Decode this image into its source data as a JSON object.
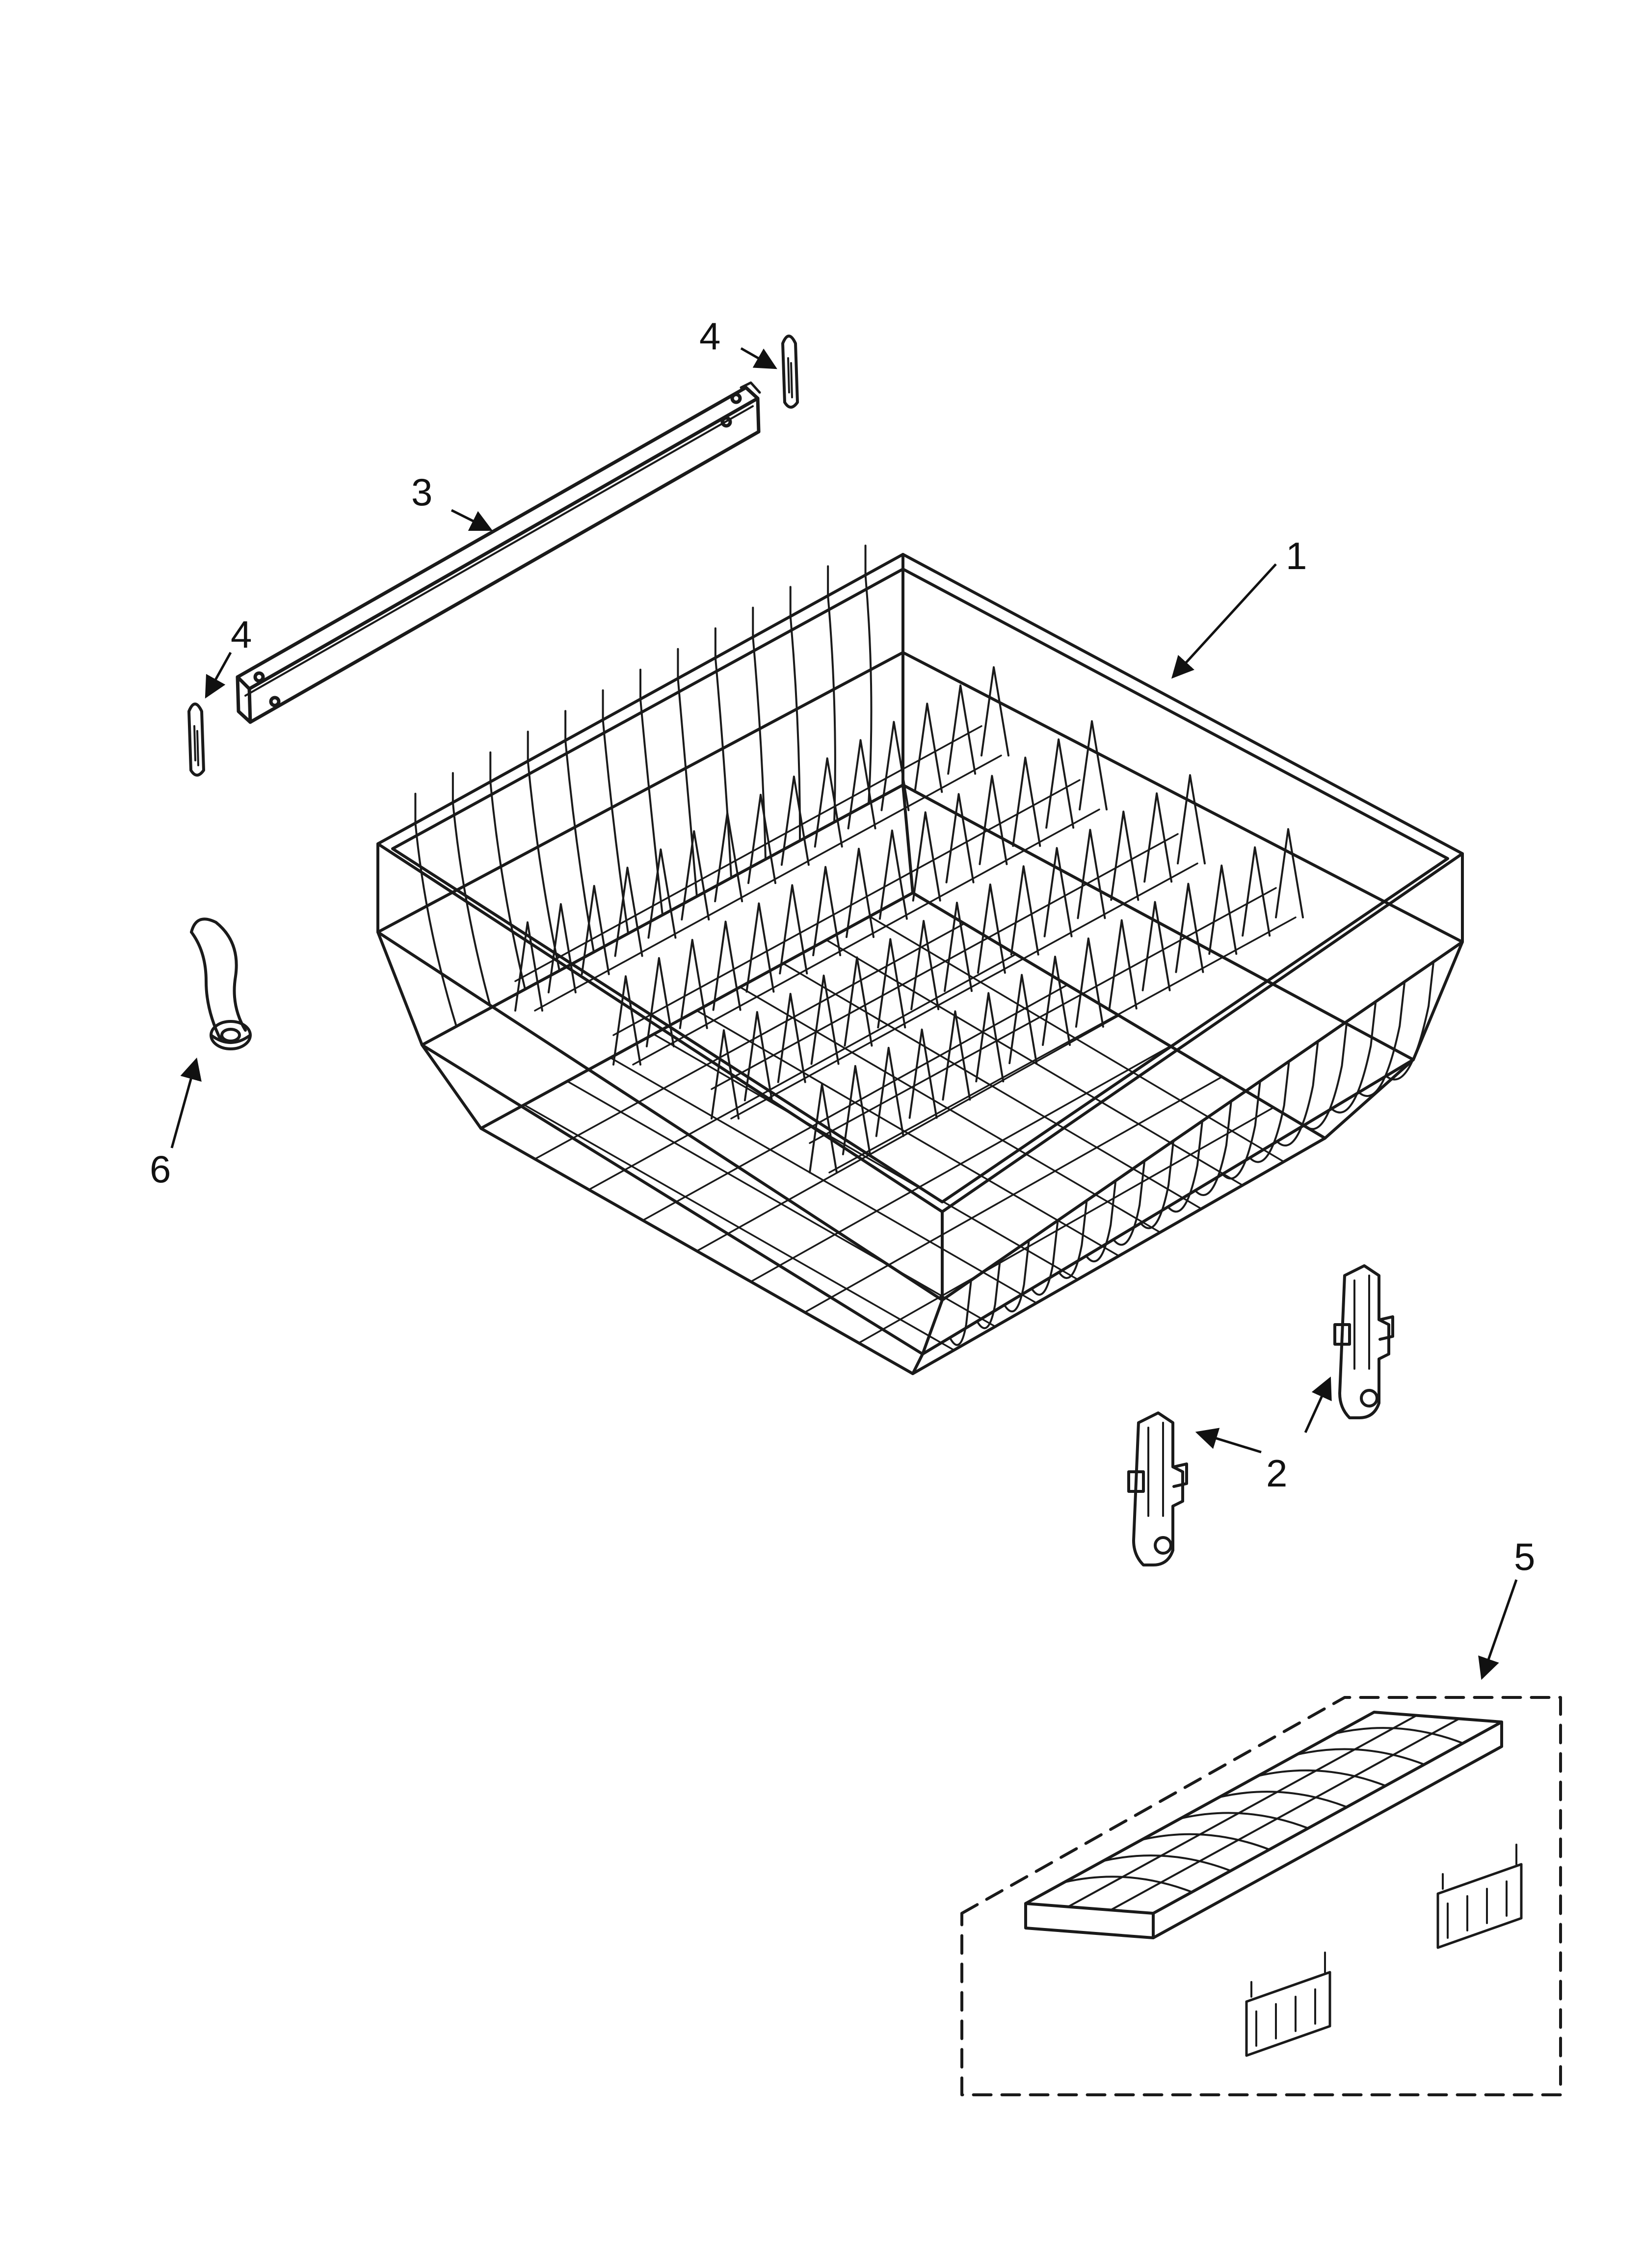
{
  "diagram": {
    "callouts": [
      {
        "id": "c1",
        "label": "1"
      },
      {
        "id": "c2",
        "label": "2"
      },
      {
        "id": "c3",
        "label": "3"
      },
      {
        "id": "c4a",
        "label": "4"
      },
      {
        "id": "c4b",
        "label": "4"
      },
      {
        "id": "c5",
        "label": "5"
      },
      {
        "id": "c6",
        "label": "6"
      }
    ],
    "parts": [
      {
        "id": "upper-rack",
        "callout": "1"
      },
      {
        "id": "rack-adjuster",
        "callout": "2",
        "count": 2
      },
      {
        "id": "rail",
        "callout": "3"
      },
      {
        "id": "end-cap",
        "callout": "4",
        "count": 2
      },
      {
        "id": "tray-kit",
        "callout": "5"
      },
      {
        "id": "spray-nozzle",
        "callout": "6"
      }
    ],
    "colors": {
      "ink": "#1a1a1a",
      "background": "#ffffff"
    }
  }
}
